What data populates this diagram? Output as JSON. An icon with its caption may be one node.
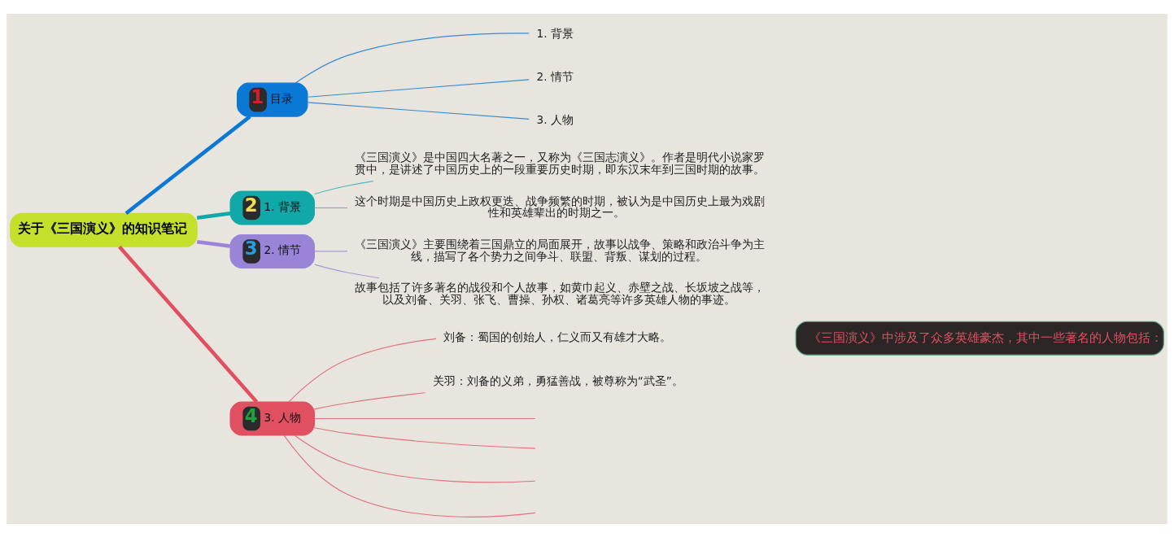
{
  "diagram": {
    "nodes": [
      {
        "text": [
          "关于《三国演义》的知识笔记"
        ]
      },
      {
        "text": [
          "1",
          "目录"
        ]
      },
      {
        "text": [
          "2",
          "1. 背景"
        ]
      },
      {
        "text": [
          "3",
          "2. 情节"
        ]
      },
      {
        "text": [
          "4",
          "3. 人物"
        ]
      },
      {
        "text": [
          "1. 背景"
        ]
      },
      {
        "text": [
          "2. 情节"
        ]
      },
      {
        "text": [
          "3. 人物"
        ]
      },
      {
        "text": [
          "《三国演义》是中国四大名著之一，又称为《三国志演义》。作者是明代小说家罗贯中，是讲述了中国历史上的一段重要历史时期，即东汉末年到三国时期的故事。"
        ]
      },
      {
        "text": [
          "这个时期是中国历史上政权更迭、战争频繁的时期，被认为是中国历史上最为戏剧性和英雄辈出的时期之一。"
        ]
      },
      {
        "text": [
          "《三国演义》主要围绕着三国鼎立的局面展开，故事以战争、策略和政治斗争为主线，描写了各个势力之间争斗、联盟、背叛、谋划的过程。"
        ]
      },
      {
        "text": [
          "故事包括了许多著名的战役和个人故事，如黄巾起义、赤壁之战、长坂坡之战等，以及刘备、关羽、张飞、曹操、孙权、诸葛亮等许多英雄人物的事迹。"
        ]
      },
      {
        "text": [
          "刘备：蜀国的创始人，仁义而又有雄才大略。"
        ]
      },
      {
        "text": [
          "关羽：刘备的义弟，勇猛善战，被尊称为“武圣”。"
        ]
      },
      {
        "text": [
          "《三国演义》中涉及了众多英雄豪杰，其中一些著名的人物包括："
        ]
      }
    ],
    "edges": [
      {
        "from": 0,
        "to": 1,
        "arrow": "none",
        "style": "thick",
        "color": "#0a78d4"
      },
      {
        "from": 0,
        "to": 2,
        "arrow": "none",
        "style": "thick",
        "color": "#10a8a8"
      },
      {
        "from": 0,
        "to": 3,
        "arrow": "none",
        "style": "thick",
        "color": "#9a84d8"
      },
      {
        "from": 0,
        "to": 4,
        "arrow": "none",
        "style": "thick",
        "color": "#e05060"
      },
      {
        "from": 1,
        "to": 5,
        "arrow": "none",
        "color": "#3a8ad0"
      },
      {
        "from": 1,
        "to": 6,
        "arrow": "none",
        "color": "#3a8ad0"
      },
      {
        "from": 1,
        "to": 7,
        "arrow": "none",
        "color": "#3a8ad0"
      },
      {
        "from": 2,
        "to": 8,
        "arrow": "none",
        "color": "#50b8b8"
      },
      {
        "from": 2,
        "to": 9,
        "arrow": "none",
        "color": "#50b8b8"
      },
      {
        "from": 3,
        "to": 10,
        "arrow": "none",
        "color": "#a898d8"
      },
      {
        "from": 3,
        "to": 11,
        "arrow": "none",
        "color": "#a898d8"
      },
      {
        "from": 4,
        "to": 12,
        "arrow": "none"
      },
      {
        "from": 4,
        "to": 13,
        "arrow": "none"
      },
      {
        "from": 4,
        "to": null,
        "arrow": "none"
      },
      {
        "from": 4,
        "to": null,
        "arrow": "none"
      },
      {
        "from": 4,
        "to": null,
        "arrow": "none"
      },
      {
        "from": 4,
        "to": null,
        "arrow": "none"
      }
    ]
  }
}
